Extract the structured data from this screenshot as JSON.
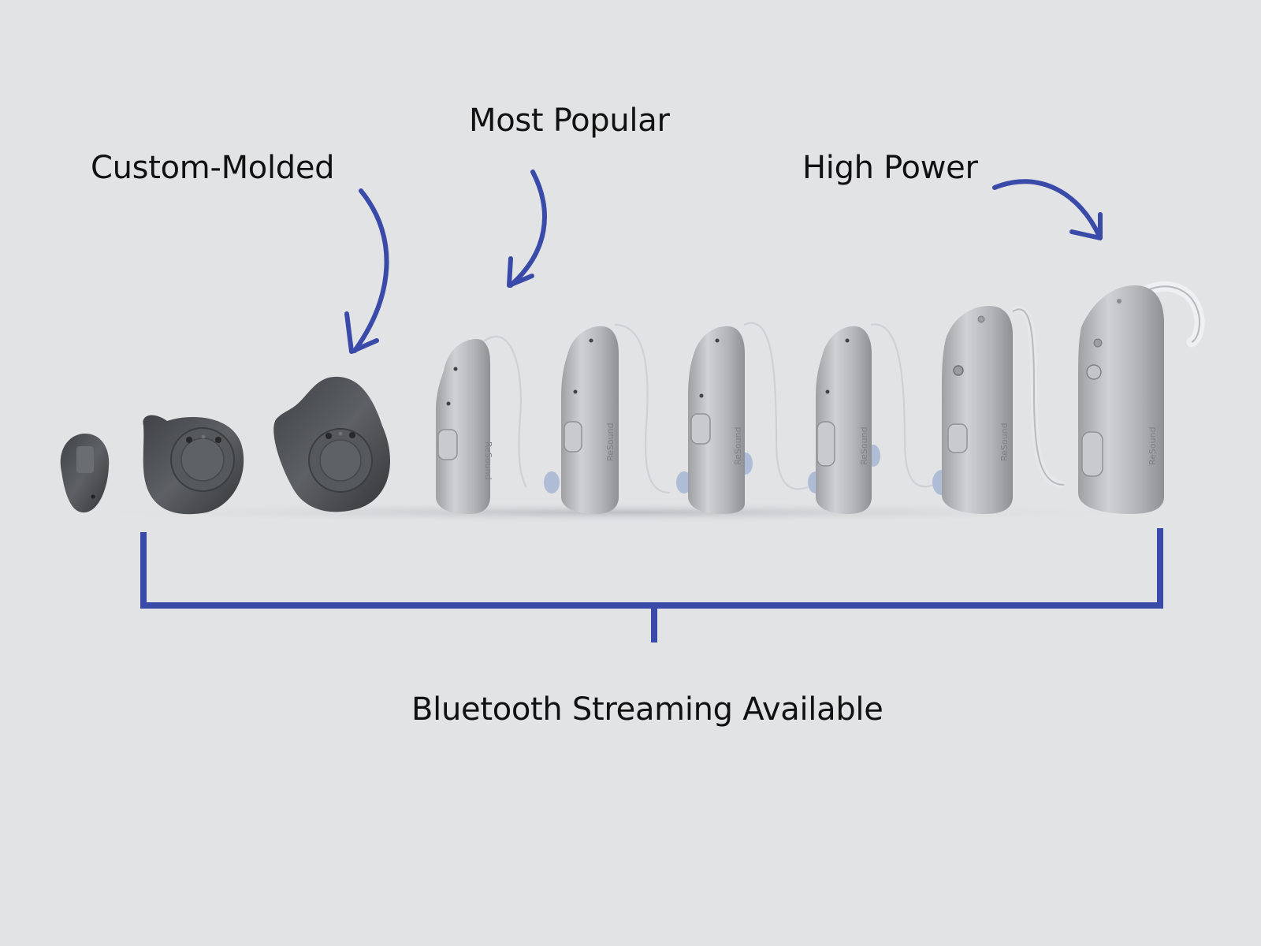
{
  "labels": {
    "custom_molded": "Custom-Molded",
    "most_popular": "Most Popular",
    "high_power": "High Power",
    "bluetooth": "Bluetooth Streaming Available"
  },
  "brand_mark": "ReSound",
  "colors": {
    "background": "#e2e3e5",
    "accent": "#3a4aa8",
    "text": "#111111",
    "device_silver": "#b4b6ba",
    "device_dark": "#505357"
  }
}
